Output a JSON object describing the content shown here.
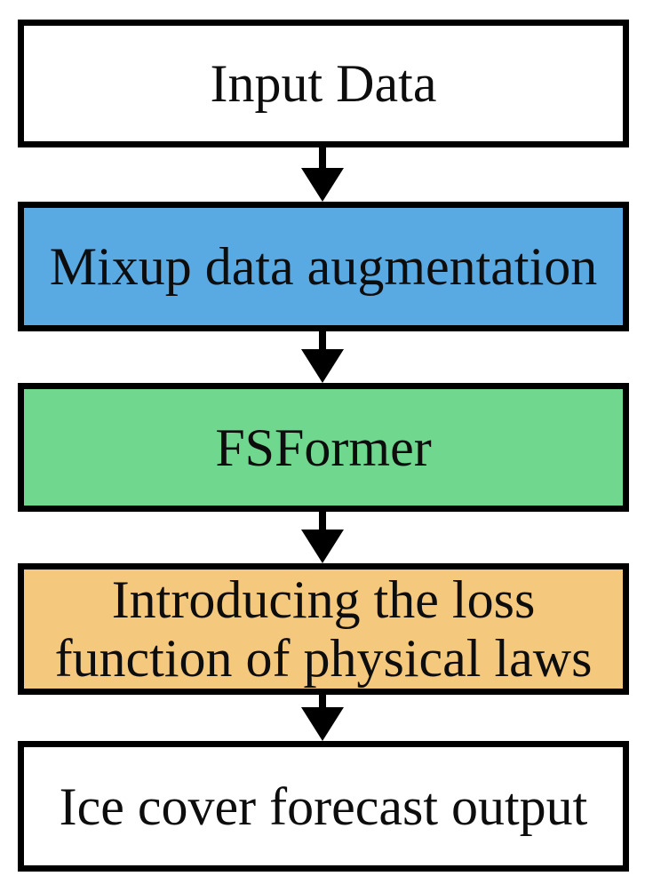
{
  "diagram": {
    "type": "flowchart",
    "direction": "top-down",
    "background": "#FFFFFF",
    "border_color": "#000000",
    "arrow_color": "#000000",
    "nodes": [
      {
        "id": "input-data",
        "label": "Input Data",
        "fill": "#FFFFFF"
      },
      {
        "id": "mixup-augmentation",
        "label": "Mixup data augmentation",
        "fill": "#59A9E3"
      },
      {
        "id": "fsformer",
        "label": "FSFormer",
        "fill": "#70D78E"
      },
      {
        "id": "physics-loss",
        "label": "Introducing the loss\nfunction of physical laws",
        "fill": "#F4C87D"
      },
      {
        "id": "ice-cover-output",
        "label": "Ice cover forecast output",
        "fill": "#FFFFFF"
      }
    ],
    "edges": [
      {
        "from": "input-data",
        "to": "mixup-augmentation"
      },
      {
        "from": "mixup-augmentation",
        "to": "fsformer"
      },
      {
        "from": "fsformer",
        "to": "physics-loss"
      },
      {
        "from": "physics-loss",
        "to": "ice-cover-output"
      }
    ]
  }
}
